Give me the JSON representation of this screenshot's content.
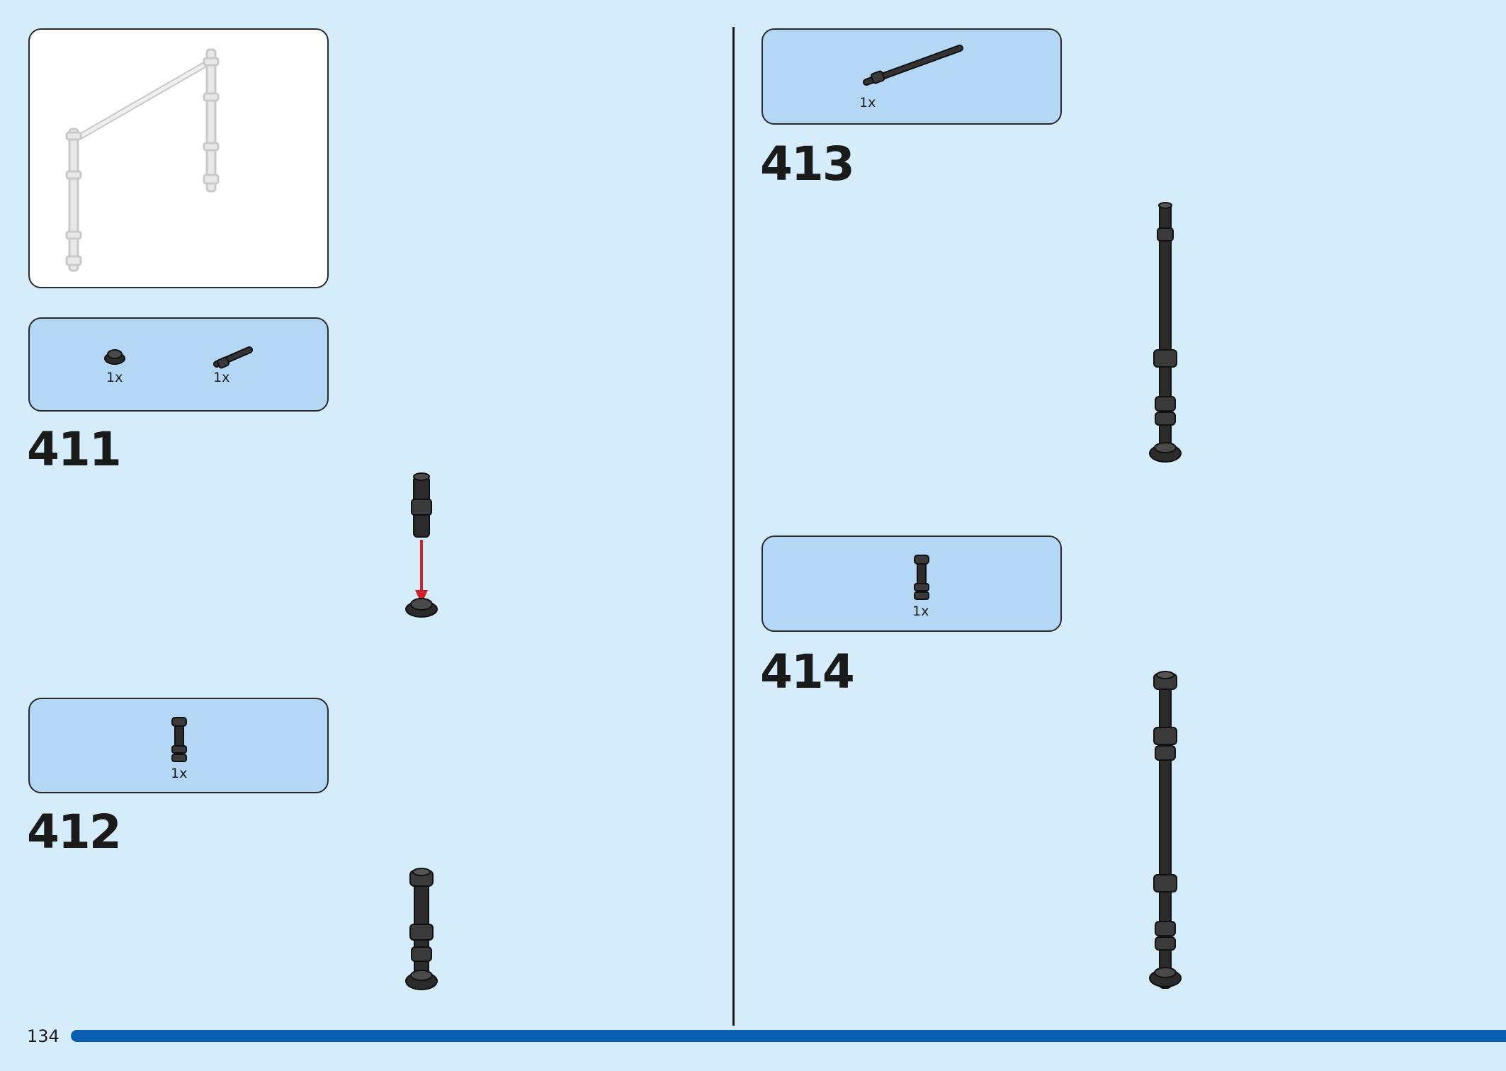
{
  "page": {
    "number": "134",
    "background": "#d5ecfa",
    "accent": "#0a5fb2"
  },
  "preview": {
    "description_icon": "fence-frame-grey-icon"
  },
  "steps": [
    {
      "number": "411",
      "parts": [
        {
          "icon": "round-plate-piece-icon",
          "qty": "1x"
        },
        {
          "icon": "bar-connector-piece-icon",
          "qty": "1x"
        }
      ]
    },
    {
      "number": "412",
      "parts": [
        {
          "icon": "bar-post-piece-icon",
          "qty": "1x"
        }
      ]
    },
    {
      "number": "413",
      "parts": [
        {
          "icon": "long-bar-piece-icon",
          "qty": "1x"
        }
      ]
    },
    {
      "number": "414",
      "parts": [
        {
          "icon": "bar-post-piece-icon",
          "qty": "1x"
        }
      ]
    }
  ],
  "colors": {
    "parts_panel": "#b3d7f5",
    "brick_black": "#2b2b2b",
    "arrow_red": "#d0202a"
  }
}
